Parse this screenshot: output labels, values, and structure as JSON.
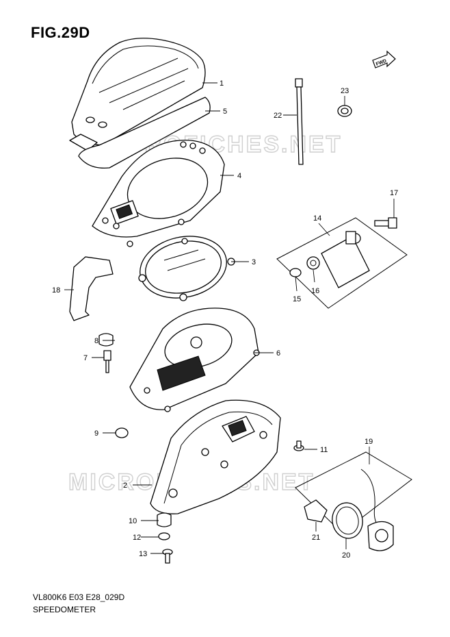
{
  "figure": {
    "title": "FIG.29D",
    "code": "VL800K6 E03 E28_029D",
    "name": "SPEEDOMETER",
    "fwd_label": "FWD"
  },
  "watermarks": [
    "MICROFICHES.NET",
    "MICROFICHES.NET"
  ],
  "callouts": [
    "1",
    "2",
    "3",
    "4",
    "5",
    "6",
    "7",
    "8",
    "9",
    "10",
    "11",
    "12",
    "13",
    "14",
    "15",
    "16",
    "17",
    "18",
    "19",
    "20",
    "21",
    "22",
    "23"
  ]
}
